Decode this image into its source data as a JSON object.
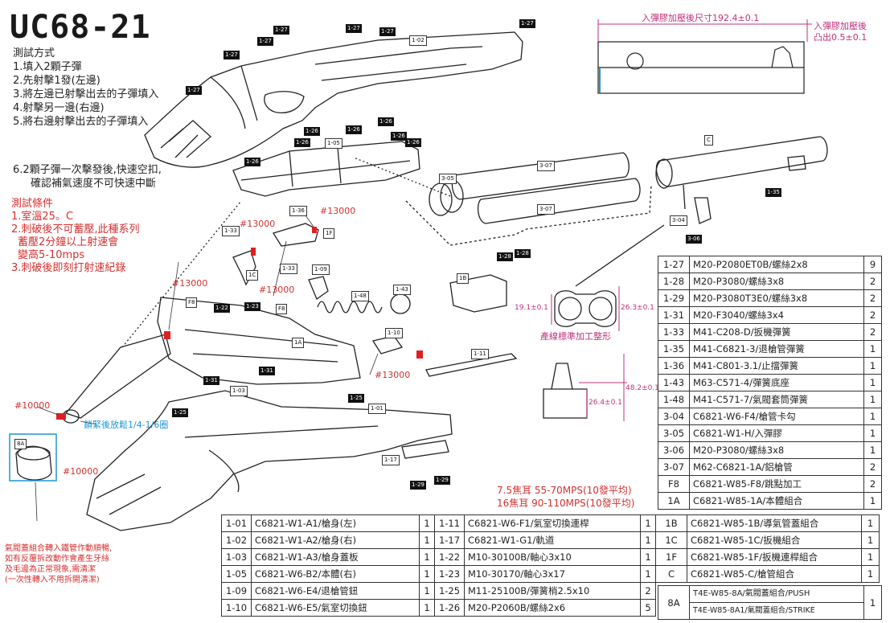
{
  "title": "UC68-21",
  "test_method": {
    "heading": "測試方式",
    "steps": [
      "1.填入2顆子彈",
      "2.先射擊1發(左邊)",
      "3.將左邊已射擊出去的子彈填入",
      "4.射擊另一邊(右邊)",
      "5.將右邊射擊出去的子彈填入"
    ],
    "note_line1": "6.2顆子彈一次擊發後,快速空扣,",
    "note_line2": "確認補氣速度不可快速中斷"
  },
  "test_conditions": {
    "heading": "測試條件",
    "lines": [
      "1.室溫25。C",
      "2.刺破後不可蓄壓,此種系列",
      "蓄壓2分鐘以上射速會",
      "變高5-10mps",
      "3.刺破後即刻打射速紀錄"
    ]
  },
  "annotations": {
    "grease_13000": "#13000",
    "grease_10000": "#10000",
    "tighten_note": "鎖緊後放鬆1/4-1/6圈",
    "rubber_size": "入彈膠加壓後尺寸192.4±0.1",
    "rubber_protrude_1": "入彈膠加壓後",
    "rubber_protrude_2": "凸出0.5±0.1",
    "dim_19": "19.1±0.1",
    "dim_26_3": "26.3±0.1",
    "burr_note": "產線標準加工整形",
    "dim_48_2": "48.2±0.1",
    "dim_26_4": "26.4±0.1",
    "speed_75": "7.5焦耳 55-70MPS(10發平均)",
    "speed_16": "16焦耳 90-110MPS(10發平均)",
    "cap_note_1": "氣閥蓋組合轉入鐵管作動順暢,",
    "cap_note_2": "如有反覆拆改動作會產生牙絲",
    "cap_note_3": "及毛邊為正常現象,需清潔",
    "cap_note_4": "(一次性轉入不用拆開清潔)"
  },
  "part_labels": [
    "1-27",
    "1-27",
    "1-27",
    "1-27",
    "1-27",
    "1-27",
    "1-27",
    "1-02",
    "1-26",
    "1-26",
    "1-05",
    "1-26",
    "1-26",
    "1-26",
    "1-26",
    "1-26",
    "1-36",
    "1F",
    "1-33",
    "1C",
    "1-33",
    "1-09",
    "F8",
    "1-22",
    "1-23",
    "F8",
    "1-48",
    "1-43",
    "1B",
    "1-28",
    "1-28",
    "1A",
    "1-10",
    "1-11",
    "3-05",
    "3-07",
    "3-07",
    "C",
    "3-04",
    "3-06",
    "1-35",
    "1-31",
    "1-31",
    "1-03",
    "1-25",
    "1-25",
    "1-01",
    "1-17",
    "1-29",
    "1-29",
    "8A"
  ],
  "parts_table_right": [
    {
      "code": "1-27",
      "desc": "M20-P2080ET0B/螺絲2x8",
      "qty": "9"
    },
    {
      "code": "1-28",
      "desc": "M20-P3080/螺絲3x8",
      "qty": "2"
    },
    {
      "code": "1-29",
      "desc": "M20-P3080T3E0/螺絲3x8",
      "qty": "2"
    },
    {
      "code": "1-31",
      "desc": "M20-F3040/螺絲3x4",
      "qty": "2"
    },
    {
      "code": "1-33",
      "desc": "M41-C208-D/扳機彈簧",
      "qty": "2"
    },
    {
      "code": "1-35",
      "desc": "M41-C6821-3/退槍管彈簧",
      "qty": "1"
    },
    {
      "code": "1-36",
      "desc": "M41-C801-3.1/止擋彈簧",
      "qty": "1"
    },
    {
      "code": "1-43",
      "desc": "M63-C571-4/彈簧底座",
      "qty": "1"
    },
    {
      "code": "1-48",
      "desc": "M41-C571-7/氣閥套筒彈簧",
      "qty": "1"
    },
    {
      "code": "3-04",
      "desc": "C6821-W6-F4/槍管卡勾",
      "qty": "1"
    },
    {
      "code": "3-05",
      "desc": "C6821-W1-H/入彈膠",
      "qty": "1"
    },
    {
      "code": "3-06",
      "desc": "M20-P3080/螺絲3x8",
      "qty": "1"
    },
    {
      "code": "3-07",
      "desc": "M62-C6821-1A/鋁槍管",
      "qty": "2"
    },
    {
      "code": "F8",
      "desc": "C6821-W85-F8/跳點加工",
      "qty": "2"
    },
    {
      "code": "1A",
      "desc": "C6821-W85-1A/本體組合",
      "qty": "1"
    }
  ],
  "parts_table_bottom": [
    {
      "c1": "1-01",
      "d1": "C6821-W1-A1/槍身(左)",
      "q1": "1",
      "c2": "1-11",
      "d2": "C6821-W6-F1/氣室切換連桿",
      "q2": "1",
      "c3": "1B",
      "d3": "C6821-W85-1B/導氣管蓋組合",
      "q3": "1"
    },
    {
      "c1": "1-02",
      "d1": "C6821-W1-A2/槍身(右)",
      "q1": "1",
      "c2": "1-17",
      "d2": "C6821-W1-G1/軌道",
      "q2": "1",
      "c3": "1C",
      "d3": "C6821-W85-1C/扳機組合",
      "q3": "1"
    },
    {
      "c1": "1-03",
      "d1": "C6821-W1-A3/槍身蓋板",
      "q1": "1",
      "c2": "1-22",
      "d2": "M10-30100B/軸心3x10",
      "q2": "1",
      "c3": "1F",
      "d3": "C6821-W85-1F/扳機連桿組合",
      "q3": "1"
    },
    {
      "c1": "1-05",
      "d1": "C6821-W6-B2/本體(右)",
      "q1": "1",
      "c2": "1-23",
      "d2": "M10-30170/軸心3x17",
      "q2": "1",
      "c3": "C",
      "d3": "C6821-W85-C/槍管組合",
      "q3": "1"
    },
    {
      "c1": "1-09",
      "d1": "C6821-W6-E4/退槍管鈕",
      "q1": "1",
      "c2": "1-25",
      "d2": "M11-25100B/彈簧梢2.5x10",
      "q2": "2"
    },
    {
      "c1": "1-10",
      "d1": "C6821-W6-E5/氣室切換鈕",
      "q1": "1",
      "c2": "1-26",
      "d2": "M20-P2060B/螺絲2x6",
      "q2": "5"
    }
  ],
  "parts_8a": {
    "code": "8A",
    "desc_push": "T4E-W85-8A/氣閥蓋組合/PUSH",
    "desc_strike": "T4E-W85-8A1/氣閥蓋組合/STRIKE",
    "qty": "1"
  }
}
